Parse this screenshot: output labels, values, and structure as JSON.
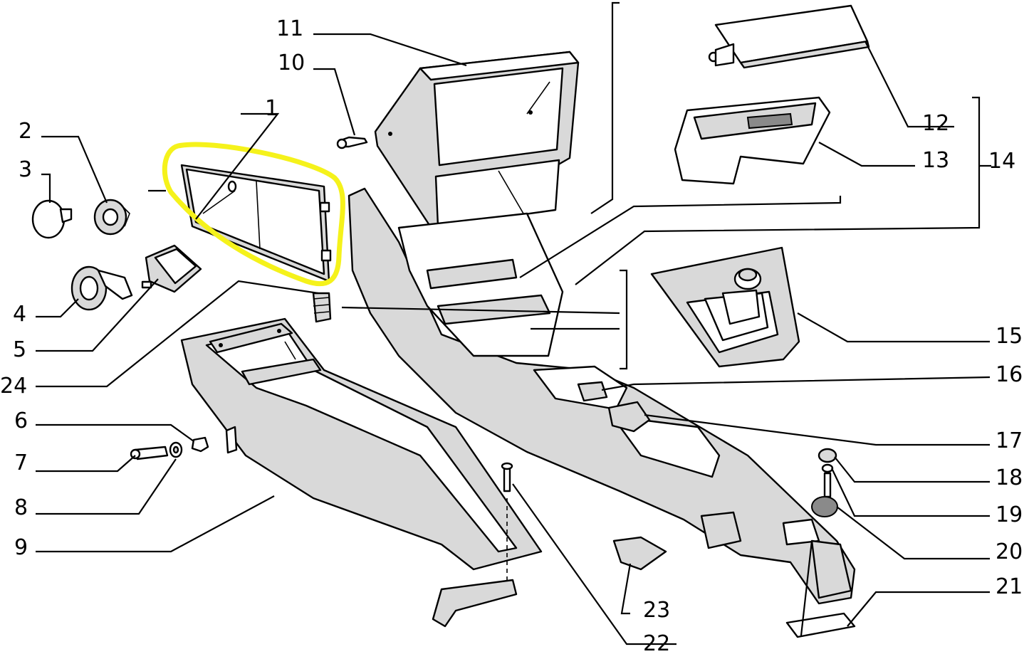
{
  "callouts": {
    "c1": "1",
    "c2": "2",
    "c3": "3",
    "c4": "4",
    "c5": "5",
    "c6": "6",
    "c7": "7",
    "c8": "8",
    "c9": "9",
    "c10": "10",
    "c11": "11",
    "c12": "12",
    "c13": "13",
    "c14": "14",
    "c15": "15",
    "c16": "16",
    "c17": "17",
    "c18": "18",
    "c19": "19",
    "c20": "20",
    "c21": "21",
    "c22": "22",
    "c23": "23",
    "c24": "24"
  },
  "highlight": {
    "color": "#f5f21b",
    "target_part": "1"
  },
  "colors": {
    "ink": "#000000",
    "paper": "#ffffff",
    "shade": "#d9d9d9"
  }
}
